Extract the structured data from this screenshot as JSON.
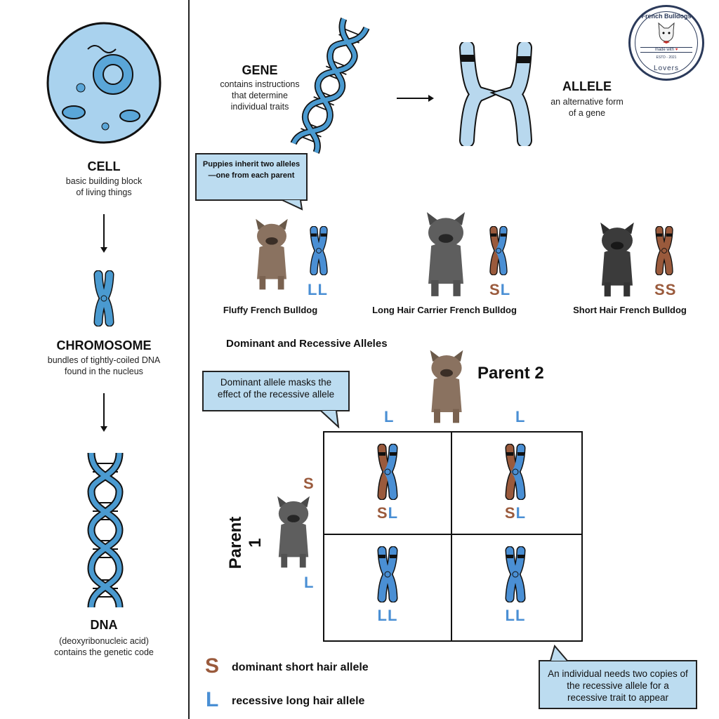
{
  "left": {
    "cell": {
      "title": "CELL",
      "desc1": "basic building block",
      "desc2": "of living things"
    },
    "chromosome": {
      "title": "CHROMOSOME",
      "desc1": "bundles of tightly-coiled DNA",
      "desc2": "found in the nucleus"
    },
    "dna": {
      "title": "DNA",
      "desc1": "(deoxyribonucleic acid)",
      "desc2": "contains the genetic code"
    }
  },
  "top": {
    "gene": {
      "title": "GENE",
      "desc1": "contains instructions",
      "desc2": "that determine",
      "desc3": "individual traits"
    },
    "allele": {
      "title": "ALLELE",
      "desc1": "an alternative form",
      "desc2": "of a gene"
    }
  },
  "logo": {
    "top_text": "French Bulldogs",
    "bottom_text": "Lovers",
    "badge": "made with",
    "estd": "ESTD - 2021"
  },
  "callouts": {
    "inherit": "Puppies inherit two alleles—one from each parent",
    "dominant": "Dominant allele masks the effect of the recessive allele",
    "recessive": "An individual needs two copies of the recessive allele for a recessive trait to appear"
  },
  "dogs": [
    {
      "name": "Fluffy  French Bulldog",
      "genotype": [
        "L",
        "L"
      ]
    },
    {
      "name": "Long Hair Carrier French Bulldog",
      "genotype": [
        "S",
        "L"
      ]
    },
    {
      "name": "Short Hair French Bulldog",
      "genotype": [
        "S",
        "S"
      ]
    }
  ],
  "punnett": {
    "heading": "Dominant and Recessive Alleles",
    "parent1": "Parent 1",
    "parent2": "Parent 2",
    "parent2_alleles": [
      "L",
      "L"
    ],
    "parent1_alleles": [
      "S",
      "L"
    ],
    "cells": [
      [
        "S",
        "L"
      ],
      [
        "S",
        "L"
      ],
      [
        "L",
        "L"
      ],
      [
        "L",
        "L"
      ]
    ]
  },
  "legend": [
    {
      "letter": "S",
      "text": "dominant short hair allele"
    },
    {
      "letter": "L",
      "text": "recessive long hair allele"
    }
  ],
  "colors": {
    "short": "#9a5a3c",
    "long": "#4a8fd4",
    "light_blue": "#b8d8ee",
    "callout": "#bcdcf0"
  }
}
